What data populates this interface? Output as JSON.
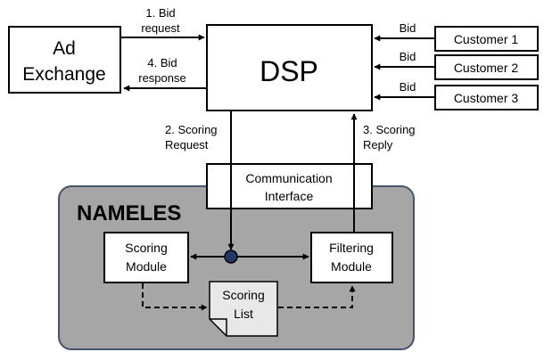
{
  "nodes": {
    "ad_exchange": [
      "Ad",
      "Exchange"
    ],
    "dsp": "DSP",
    "customer_1": "Customer 1",
    "customer_2": "Customer 2",
    "customer_3": "Customer 3",
    "communication_interface": [
      "Communication",
      "Interface"
    ],
    "nameles": "NAMELES",
    "scoring_module": [
      "Scoring",
      "Module"
    ],
    "filtering_module": [
      "Filtering",
      "Module"
    ],
    "scoring_list": [
      "Scoring",
      "List"
    ]
  },
  "edges": {
    "bid_request": [
      "1. Bid",
      "request"
    ],
    "bid_response": [
      "4. Bid",
      "response"
    ],
    "scoring_request": [
      "2. Scoring",
      "Request"
    ],
    "scoring_reply": [
      "3. Scoring",
      "Reply"
    ],
    "bid_1": "Bid",
    "bid_2": "Bid",
    "bid_3": "Bid"
  },
  "colors": {
    "nameles_fill": "#a6a6a6",
    "nameles_border": "#44546a",
    "document_fill": "#e8e8e8",
    "junction_fill": "#1f3864"
  }
}
